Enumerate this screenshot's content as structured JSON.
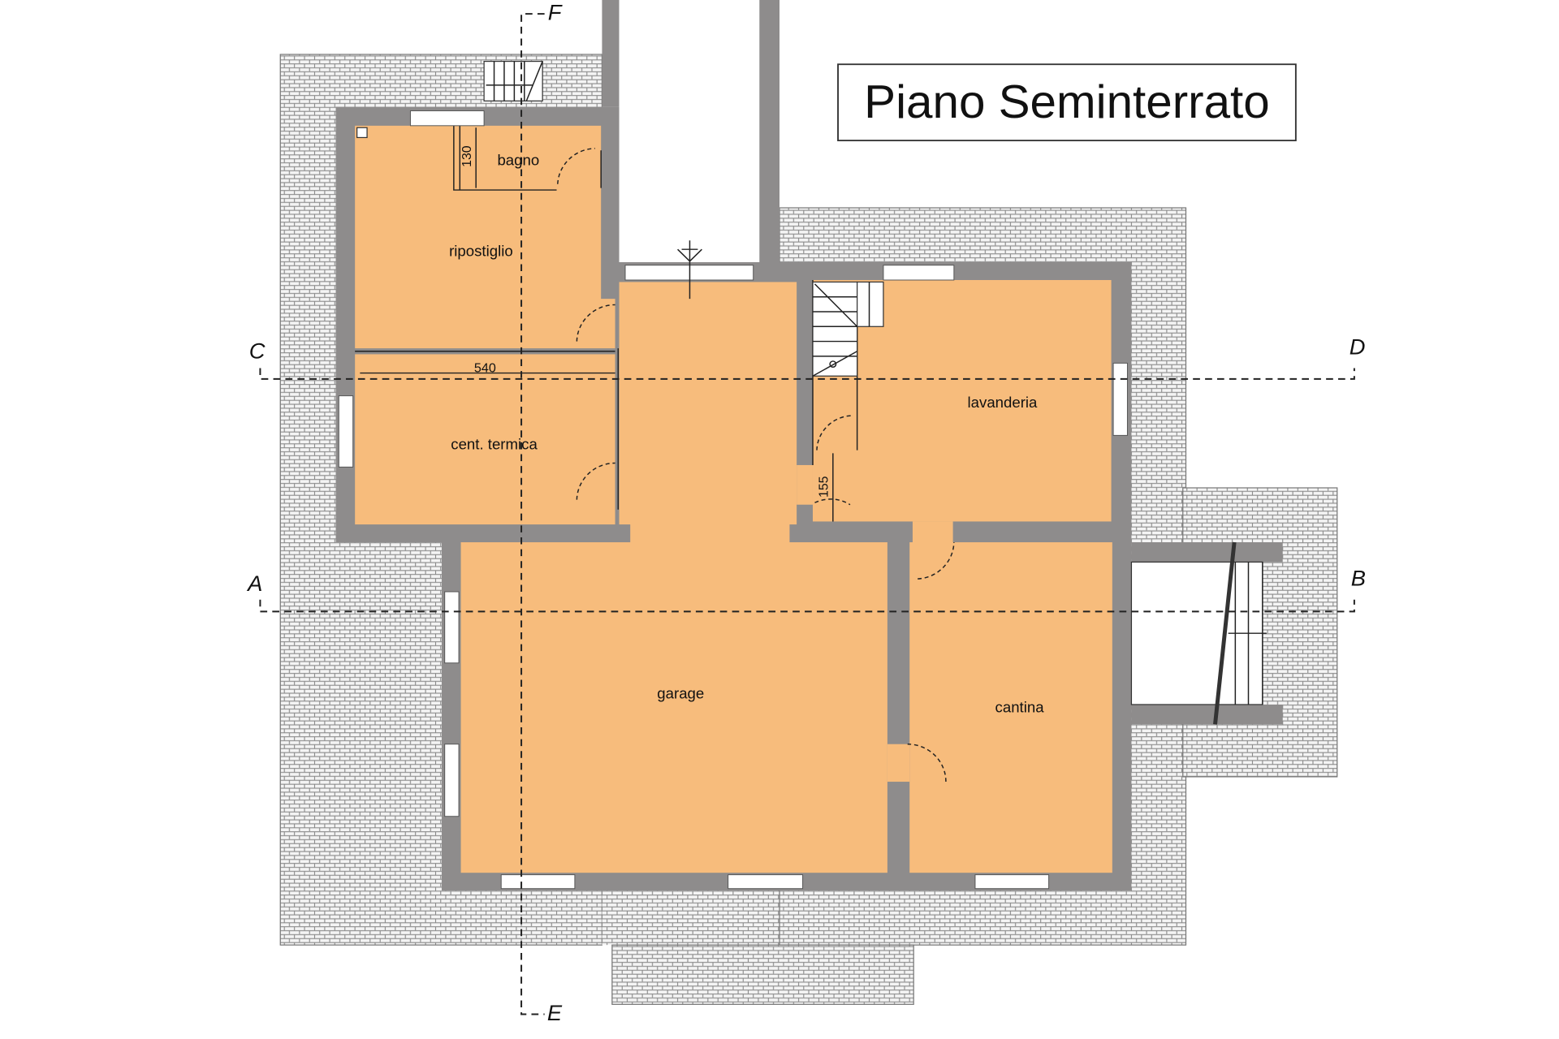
{
  "title": "Piano Seminterrato",
  "rooms": {
    "bagno": "bagno",
    "ripostiglio": "ripostiglio",
    "centrale_termica": "cent. termica",
    "lavanderia": "lavanderia",
    "garage": "garage",
    "cantina": "cantina"
  },
  "dimensions": {
    "bagno_width": "130",
    "centrale_termica_length": "540",
    "corridor_width": "155"
  },
  "section_markers": {
    "a": "A",
    "b": "B",
    "c": "C",
    "d": "D",
    "e": "E",
    "f": "F"
  },
  "colors": {
    "room_fill": "#f7bc7c",
    "wall": "#8e8c8c",
    "paving": "#9a9a9a"
  }
}
